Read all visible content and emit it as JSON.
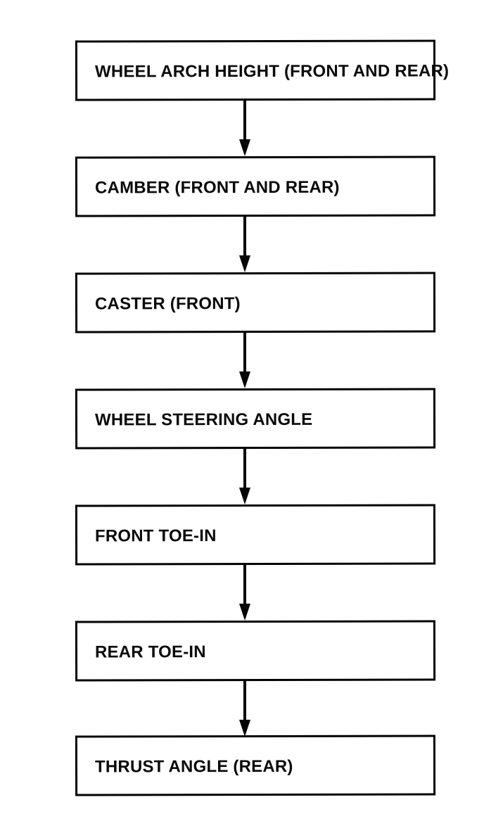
{
  "diagram": {
    "type": "flowchart",
    "flow_direction": "top-to-bottom",
    "nodes": [
      {
        "label": "WHEEL ARCH HEIGHT (FRONT AND REAR)"
      },
      {
        "label": "CAMBER (FRONT AND REAR)"
      },
      {
        "label": "CASTER (FRONT)"
      },
      {
        "label": "WHEEL STEERING ANGLE"
      },
      {
        "label": "FRONT TOE-IN"
      },
      {
        "label": "REAR TOE-IN"
      },
      {
        "label": "THRUST ANGLE (REAR)"
      }
    ],
    "edges": [
      {
        "from": 0,
        "to": 1
      },
      {
        "from": 1,
        "to": 2
      },
      {
        "from": 2,
        "to": 3
      },
      {
        "from": 3,
        "to": 4
      },
      {
        "from": 4,
        "to": 5
      },
      {
        "from": 5,
        "to": 6
      }
    ],
    "colors": {
      "background": "#ffffff",
      "box_fill": "#ffffff",
      "box_border": "#030303",
      "text": "#0a0a0a",
      "arrow": "#030303"
    }
  }
}
